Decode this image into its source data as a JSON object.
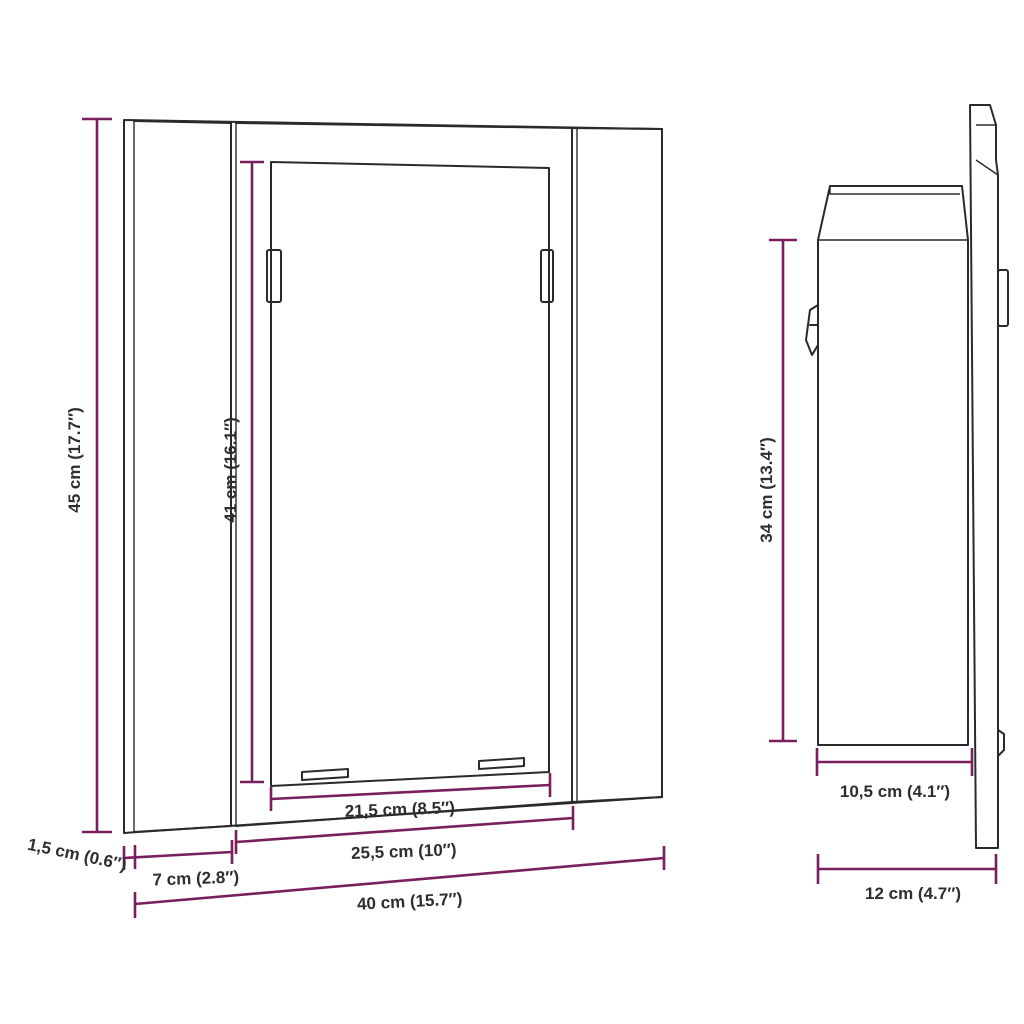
{
  "colors": {
    "dimension": "#7a1f5e",
    "outline": "#2a2a2a",
    "text": "#2e2e2e",
    "background": "#ffffff"
  },
  "front_view": {
    "height_label": "45 cm (17.7″)",
    "door_height_label": "41 cm (16.1″)",
    "door_width_label": "21,5 cm (8.5″)",
    "inner_width_label": "25,5 cm (10″)",
    "frame_thickness_label": "1,5 cm (0.6″)",
    "side_panel_label": "7 cm (2.8″)",
    "total_width_label": "40 cm (15.7″)"
  },
  "side_view": {
    "height_label": "34 cm (13.4″)",
    "box_depth_label": "10,5 cm (4.1″)",
    "total_depth_label": "12 cm (4.7″)"
  }
}
